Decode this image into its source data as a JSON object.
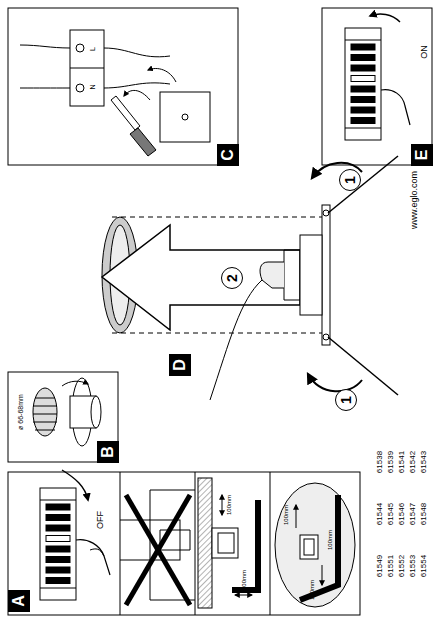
{
  "diagram": {
    "nodes": [
      {
        "text": [
          "A"
        ]
      },
      {
        "text": [
          "B"
        ]
      },
      {
        "text": [
          "C"
        ]
      },
      {
        "text": [
          "D"
        ]
      },
      {
        "text": [
          "E"
        ]
      },
      {
        "text": [
          "1"
        ]
      },
      {
        "text": [
          "2"
        ]
      },
      {
        "text": [
          "1"
        ]
      }
    ],
    "labels": [
      "OFF",
      "ø 66-68mm",
      "L",
      "N",
      "ON",
      "www.eglo.com",
      "61538",
      "61539",
      "61541",
      "61542",
      "61543",
      "61544",
      "61545",
      "61546",
      "61547",
      "61548",
      "61549",
      "61551",
      "61552",
      "61553",
      "61554",
      "100mm",
      "100mm",
      "100mm",
      "100mm",
      "100mm"
    ]
  }
}
